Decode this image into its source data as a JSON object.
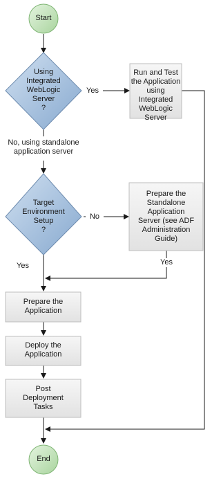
{
  "start": "Start",
  "end": "End",
  "decision_integrated": "Using\nIntegrated\nWebLogic\nServer\n?",
  "decision_target": "Target\nEnvironment\nSetup\n?",
  "box_run_test": "Run and Test\nthe Application\nusing Integrated\nWebLogic\nServer",
  "box_prepare_standalone": "Prepare the\nStandalone\nApplication\nServer (see ADF\nAdministration\nGuide)",
  "box_prepare_app": "Prepare the\nApplication",
  "box_deploy_app": "Deploy the\nApplication",
  "box_post_tasks": "Post\nDeployment\nTasks",
  "label_yes_integrated": "Yes",
  "label_no_standalone": "No, using standalone\napplication server",
  "label_no_target": "No",
  "label_yes_target": "Yes",
  "label_yes_prepared": "Yes",
  "colors": {
    "terminal_fill": "#c7e6bf",
    "terminal_stroke": "#7fb574",
    "decision_fill": "#a9c4e0",
    "decision_stroke": "#6f8db0",
    "box_fill": "#efefef",
    "box_stroke": "#bdbdbd",
    "line": "#1a1a1a"
  }
}
